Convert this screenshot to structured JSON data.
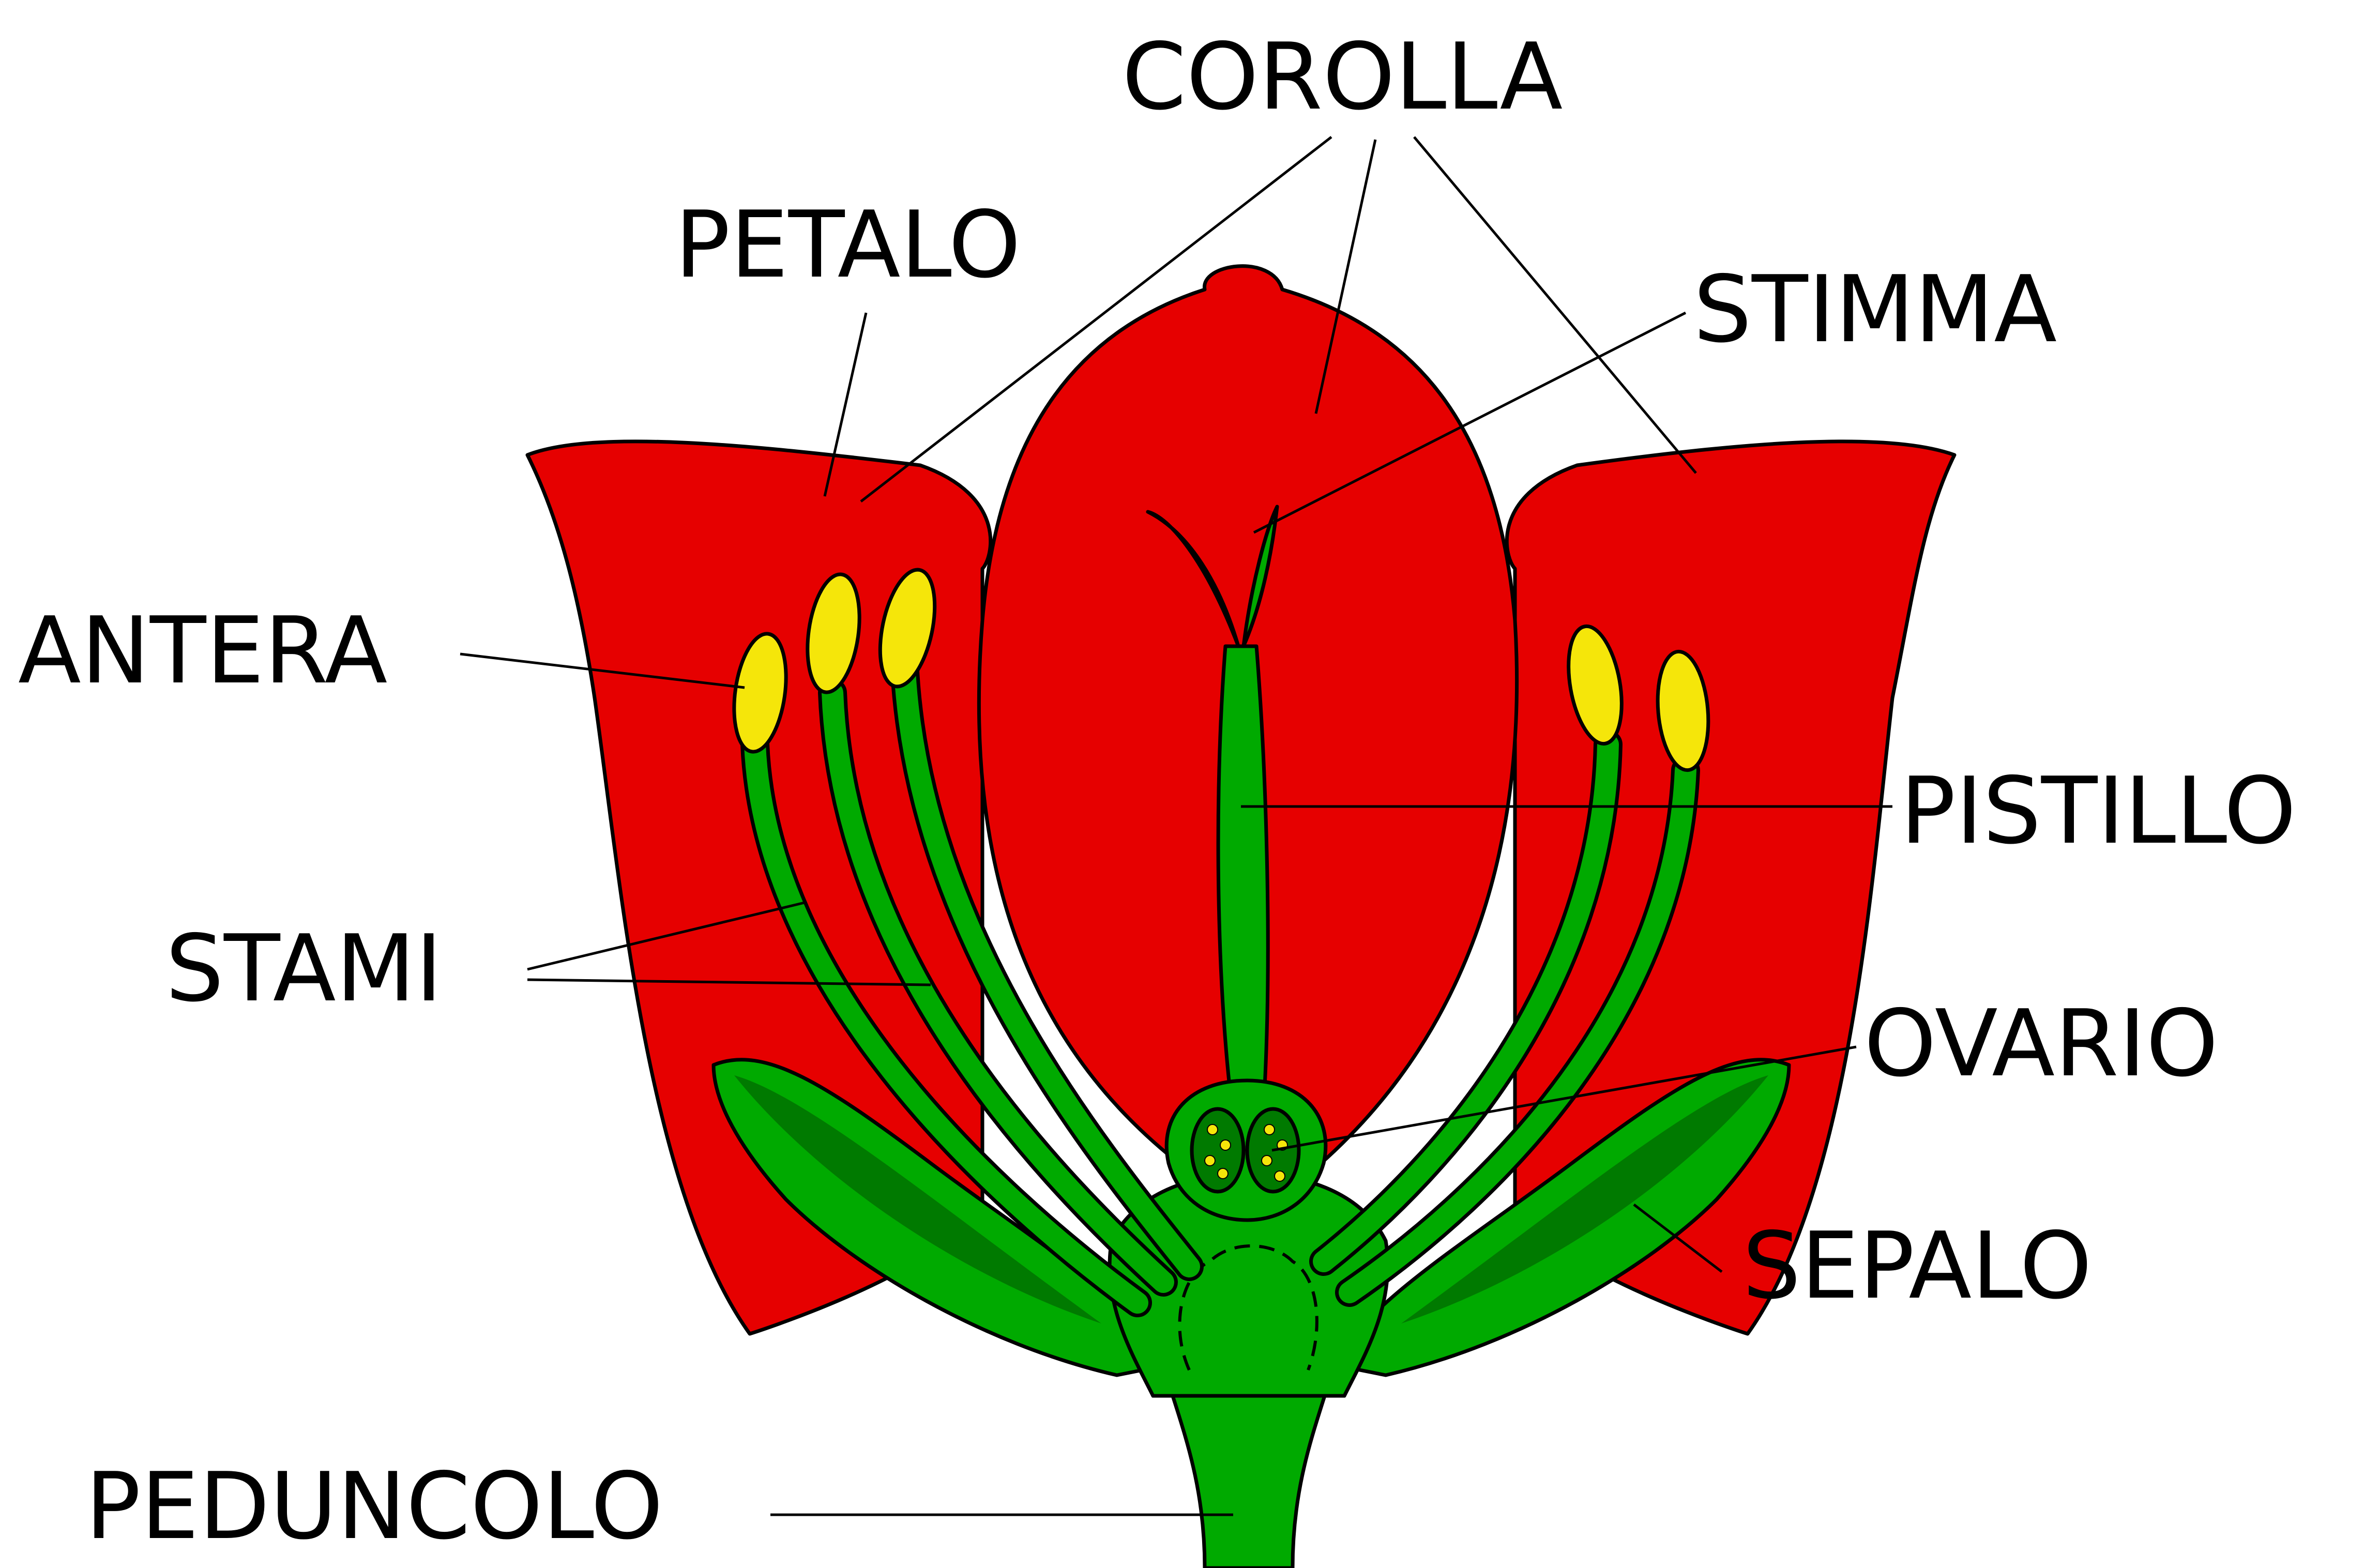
{
  "labels": {
    "corolla": "COROLLA",
    "petalo": "PETALO",
    "stimma": "STIMMA",
    "antera": "ANTERA",
    "pistillo": "PISTILLO",
    "stami": "STAMI",
    "ovario": "OVARIO",
    "sepalo": "SEPALO",
    "peduncolo": "PEDUNCOLO"
  },
  "colors": {
    "petal": "#e60000",
    "green": "#00aa00",
    "dark_green": "#007a00",
    "anther": "#f5e60a",
    "outline": "#000000",
    "background": "#ffffff"
  }
}
